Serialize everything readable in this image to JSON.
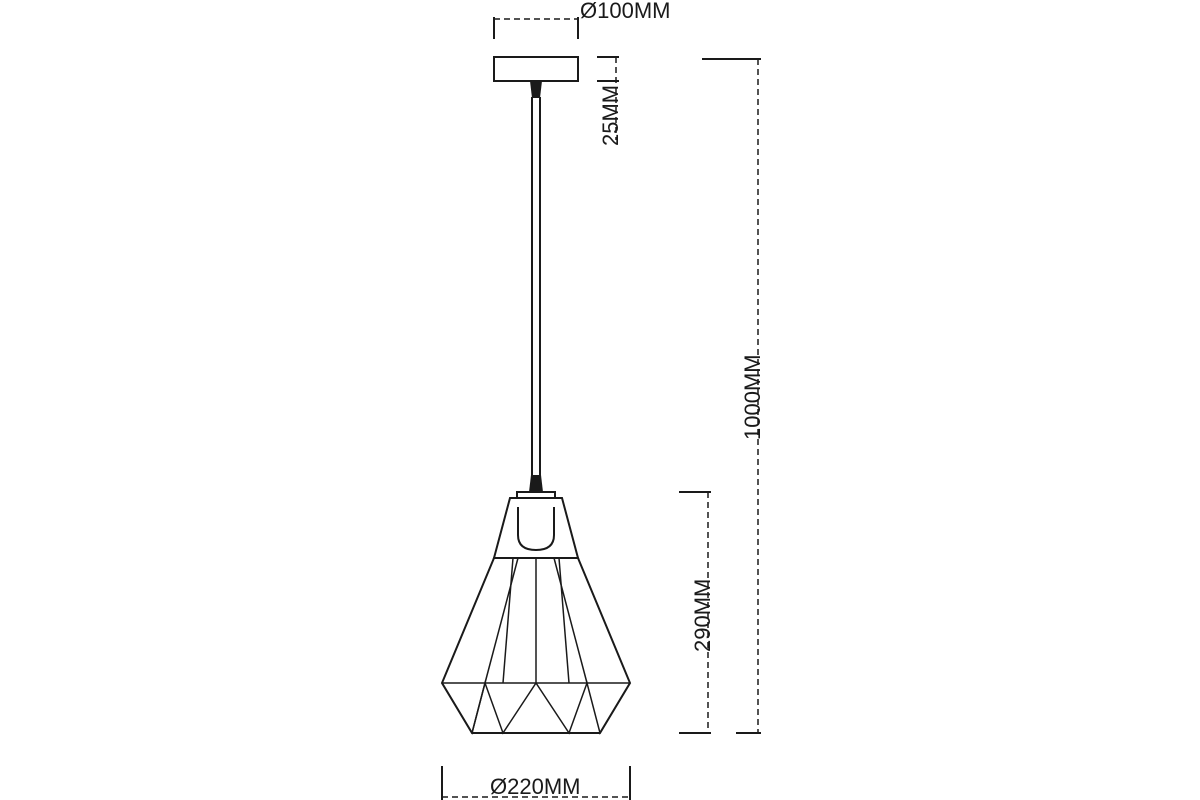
{
  "dimensions": {
    "canopy_diameter": "Ø100MM",
    "canopy_height": "25MM",
    "total_drop": "1000MM",
    "shade_height": "290MM",
    "shade_diameter": "Ø220MM"
  },
  "colors": {
    "line": "#1a1a1a",
    "background": "#ffffff"
  }
}
